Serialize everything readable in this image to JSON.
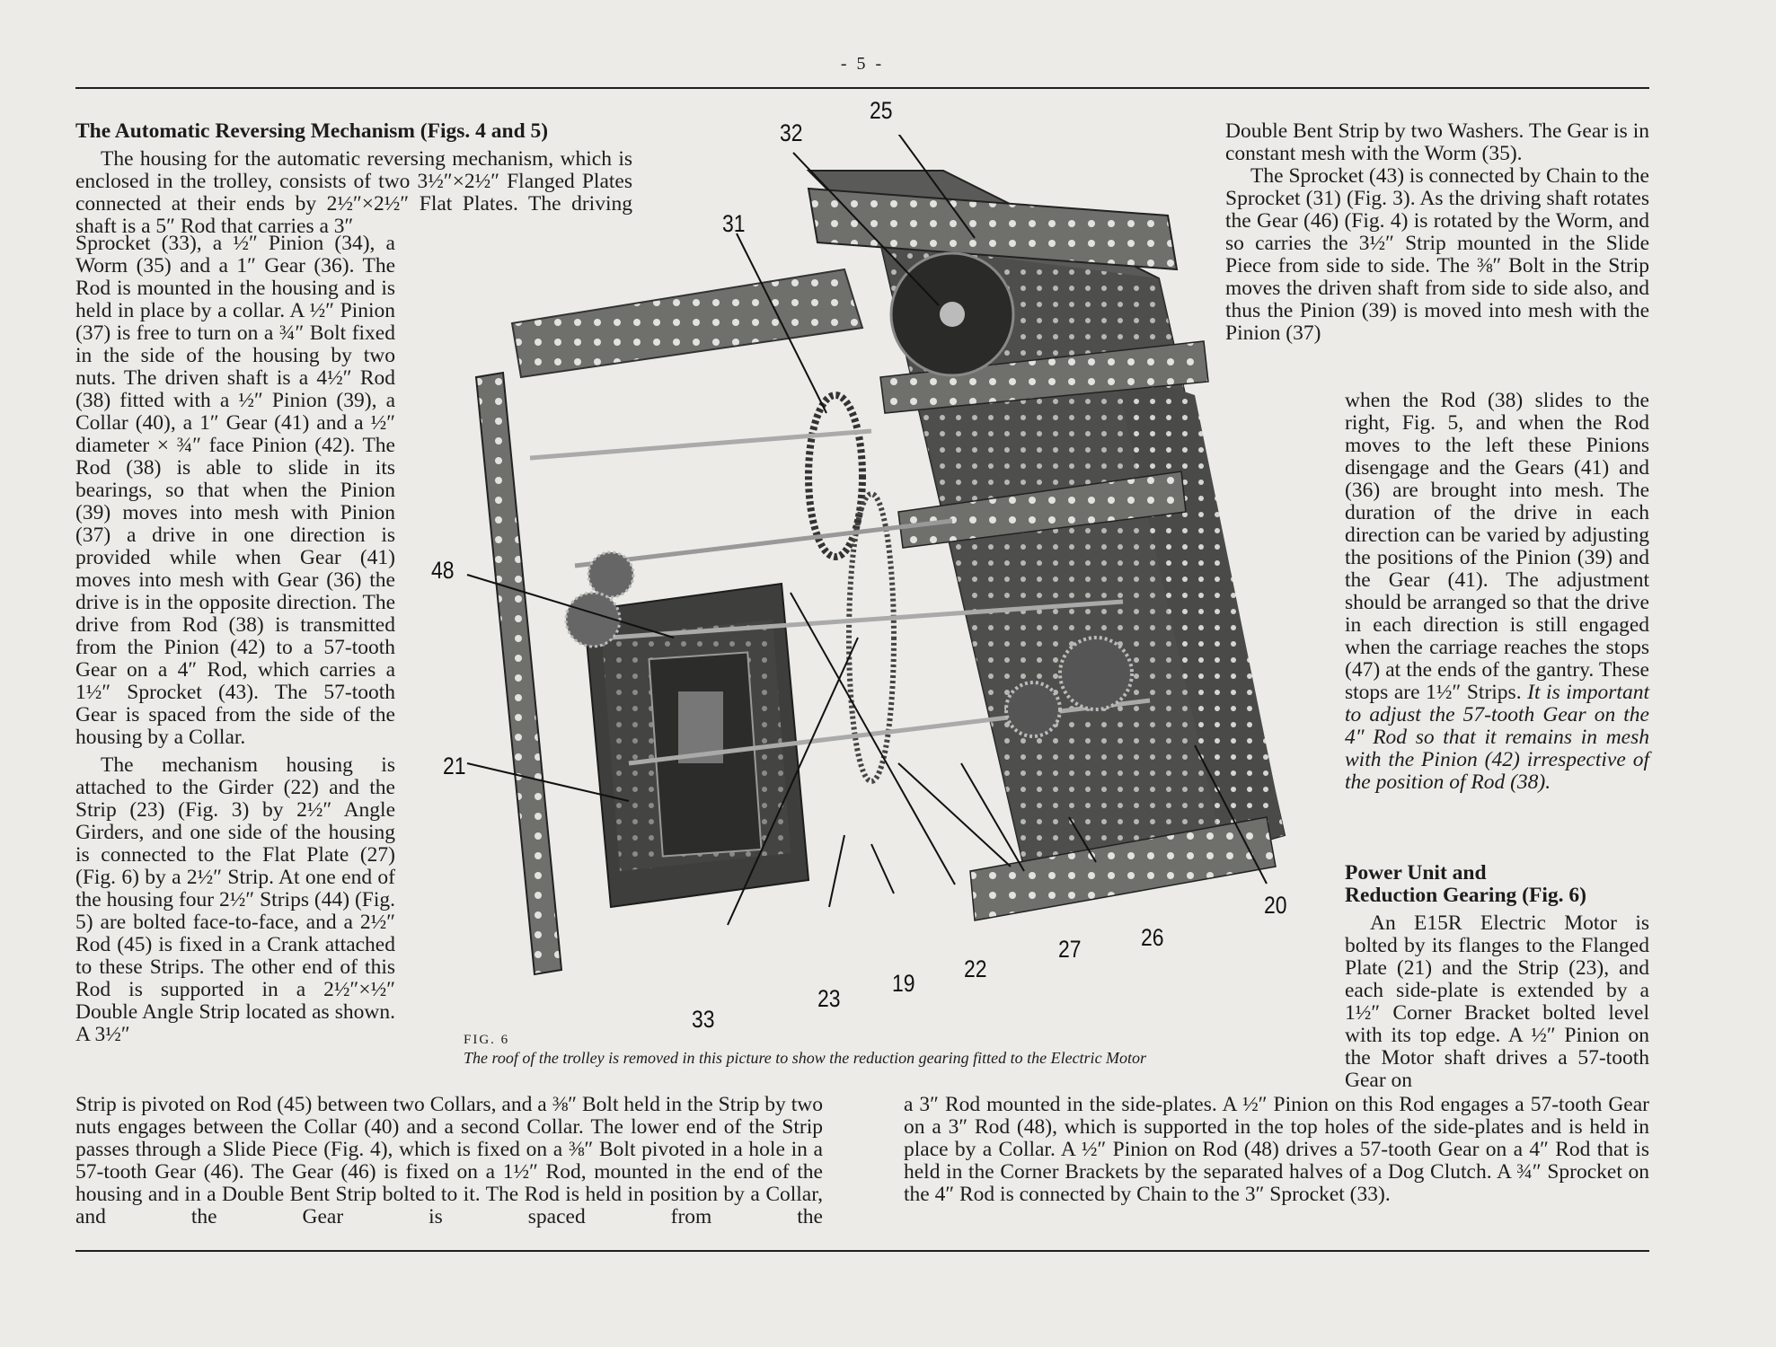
{
  "page_number": "- 5 -",
  "section1": {
    "heading": "The Automatic Reversing Mechanism",
    "heading_ref": "(Figs. 4 and 5)",
    "p1_top": "The housing for the automatic reversing mechanism, which is enclosed in the trolley, consists of two 3½″×2½″ Flanged Plates connected at their ends by 2½″×2½″ Flat Plates. The driving shaft is a 5″ Rod that carries a 3″",
    "p1_narrow": "Sprocket (33), a ½″ Pinion (34), a Worm (35) and a 1″ Gear (36). The Rod is mounted in the housing and is held in place by a collar. A ½″ Pinion (37) is free to turn on a ¾″ Bolt fixed in the side of the housing by two nuts. The driven shaft is a 4½″ Rod (38) fitted with a ½″ Pinion (39), a Collar (40), a 1″ Gear (41) and a ½″ diameter × ¾″ face Pinion (42). The Rod (38) is able to slide in its bearings, so that when the Pinion (39) moves into mesh with Pinion (37) a drive in one direction is provided while when Gear (41) moves into mesh with Gear (36) the drive is in the opposite direction. The drive from Rod (38) is transmitted from the Pinion (42) to a 57-tooth Gear on a 4″ Rod, which carries a 1½″ Sprocket (43). The 57-tooth Gear is spaced from the side of the housing by a Collar.",
    "p2_narrow": "The mechanism housing is attached to the Girder (22) and the Strip (23) (Fig. 3) by 2½″ Angle Girders, and one side of the housing is connected to the Flat Plate (27) (Fig. 6) by a 2½″ Strip. At one end of the housing four 2½″ Strips (44) (Fig. 5) are bolted face-to-face, and a 2½″ Rod (45) is fixed in a Crank attached to these Strips. The other end of this Rod is supported in a 2½″×½″ Double Angle Strip located as shown. A 3½″",
    "p2_wide": "Strip is pivoted on Rod (45) between two Collars, and a ⅜″ Bolt held in the Strip by two nuts engages between the Collar (40) and a second Collar. The lower end of the Strip passes through a Slide Piece (Fig. 4), which is fixed on a ⅜″ Bolt pivoted in a hole in a 57-tooth Gear (46). The Gear (46) is fixed on a 1½″ Rod, mounted in the end of the housing and in a Double Bent Strip bolted to it. The Rod is held in position by a Collar, and the Gear is spaced from the"
  },
  "right_column": {
    "p_cont": "Double Bent Strip by two Washers. The Gear is in constant mesh with the Worm (35).",
    "p_sprocket_wide": "The Sprocket (43) is connected by Chain to the Sprocket (31) (Fig. 3). As the driving shaft rotates the Gear (46) (Fig. 4) is rotated by the Worm, and so carries the 3½″ Strip mounted in the Slide Piece from side to side. The ⅜″ Bolt in the Strip moves the driven shaft from side to side also, and thus the Pinion (39) is moved into mesh with the Pinion (37)",
    "p_sprocket_narrow": "when the Rod (38) slides to the right, Fig. 5, and when the Rod moves to the left these Pinions disengage and the Gears (41) and (36) are brought into mesh. The duration of the drive in each direction can be varied by adjusting the positions of the Pinion (39) and the Gear (41). The adjustment should be arranged so that the drive in each direction is still engaged when the carriage reaches the stops (47) at the ends of the gantry. These stops are 1½″ Strips.",
    "p_italic": "It is important to adjust the 57-tooth Gear on the 4″ Rod so that it remains in mesh with the Pinion (42) irrespective of the position of Rod (38)."
  },
  "section2": {
    "heading_line1": "Power Unit and",
    "heading_line2": "Reduction Gearing",
    "heading_ref": "(Fig. 6)",
    "p1_narrow": "An E15R Electric Motor is bolted by its flanges to the Flanged Plate (21) and the Strip (23), and each side-plate is extended by a 1½″ Corner Bracket bolted level with its top edge. A ½″ Pinion on the Motor shaft drives a 57-tooth Gear on",
    "p1_wide": "a 3″ Rod mounted in the side-plates. A ½″ Pinion on this Rod engages a 57-tooth Gear on a 3″ Rod (48), which is supported in the top holes of the side-plates and is held in place by a Collar. A ½″ Pinion on Rod (48) drives a 57-tooth Gear on a 4″ Rod that is held in the Corner Brackets by the separated halves of a Dog Clutch. A ¾″ Sprocket on the 4″ Rod is connected by Chain to the 3″ Sprocket (33)."
  },
  "figure": {
    "label": "FIG. 6",
    "caption": "The roof of the trolley is removed in this picture to show the reduction gearing fitted to the Electric Motor",
    "callouts": [
      "25",
      "32",
      "31",
      "48",
      "21",
      "33",
      "23",
      "19",
      "22",
      "27",
      "26",
      "20"
    ]
  }
}
